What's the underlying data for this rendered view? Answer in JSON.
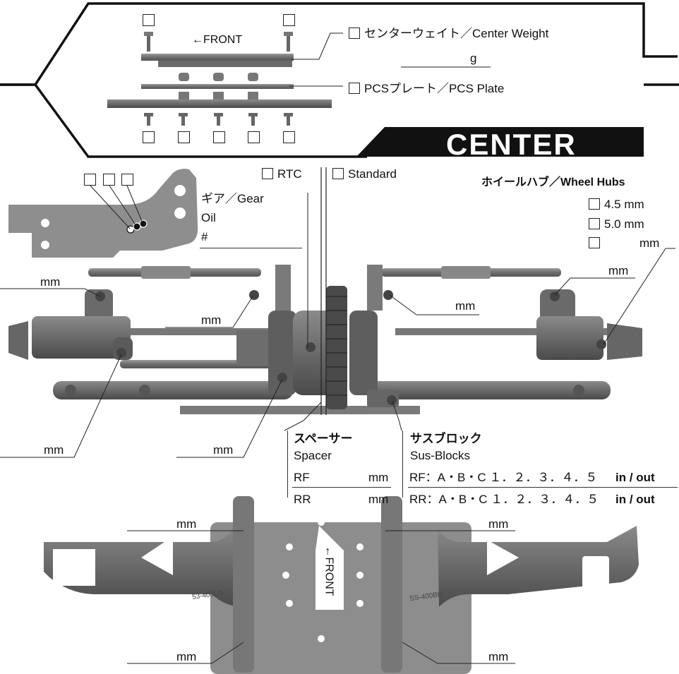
{
  "center": {
    "title": "CENTER",
    "front_label": "←FRONT",
    "center_weight_label": "センターウェイト／Center Weight",
    "center_weight_unit": "g",
    "pcs_plate_label": "PCSプレート／PCS Plate"
  },
  "diff": {
    "rtc_label": "RTC",
    "standard_label": "Standard",
    "gear_label": "ギア／Gear",
    "oil_label": "Oil",
    "hash_label": "#"
  },
  "wheel_hubs": {
    "title": "ホイールハブ／Wheel Hubs",
    "options": [
      "4.5 mm",
      "5.0 mm",
      "mm"
    ]
  },
  "measurements": {
    "unit": "mm"
  },
  "spacer": {
    "title_jp": "スペーサー",
    "title_en": "Spacer",
    "rows": [
      {
        "label": "RF",
        "unit": "mm"
      },
      {
        "label": "RR",
        "unit": "mm"
      }
    ]
  },
  "sus_blocks": {
    "title_jp": "サスブロック",
    "title_en": "Sus-Blocks",
    "rows": [
      {
        "label": "RF：A・B・C １．２．３．４．５",
        "suffix": "in / out"
      },
      {
        "label": "RR：A・B・C １．２．３．４．５",
        "suffix": "in / out"
      }
    ]
  },
  "chassis": {
    "front_label": "←FRONT",
    "arm_left_code": "53-400LG",
    "arm_right_code": "SS-400BD"
  }
}
